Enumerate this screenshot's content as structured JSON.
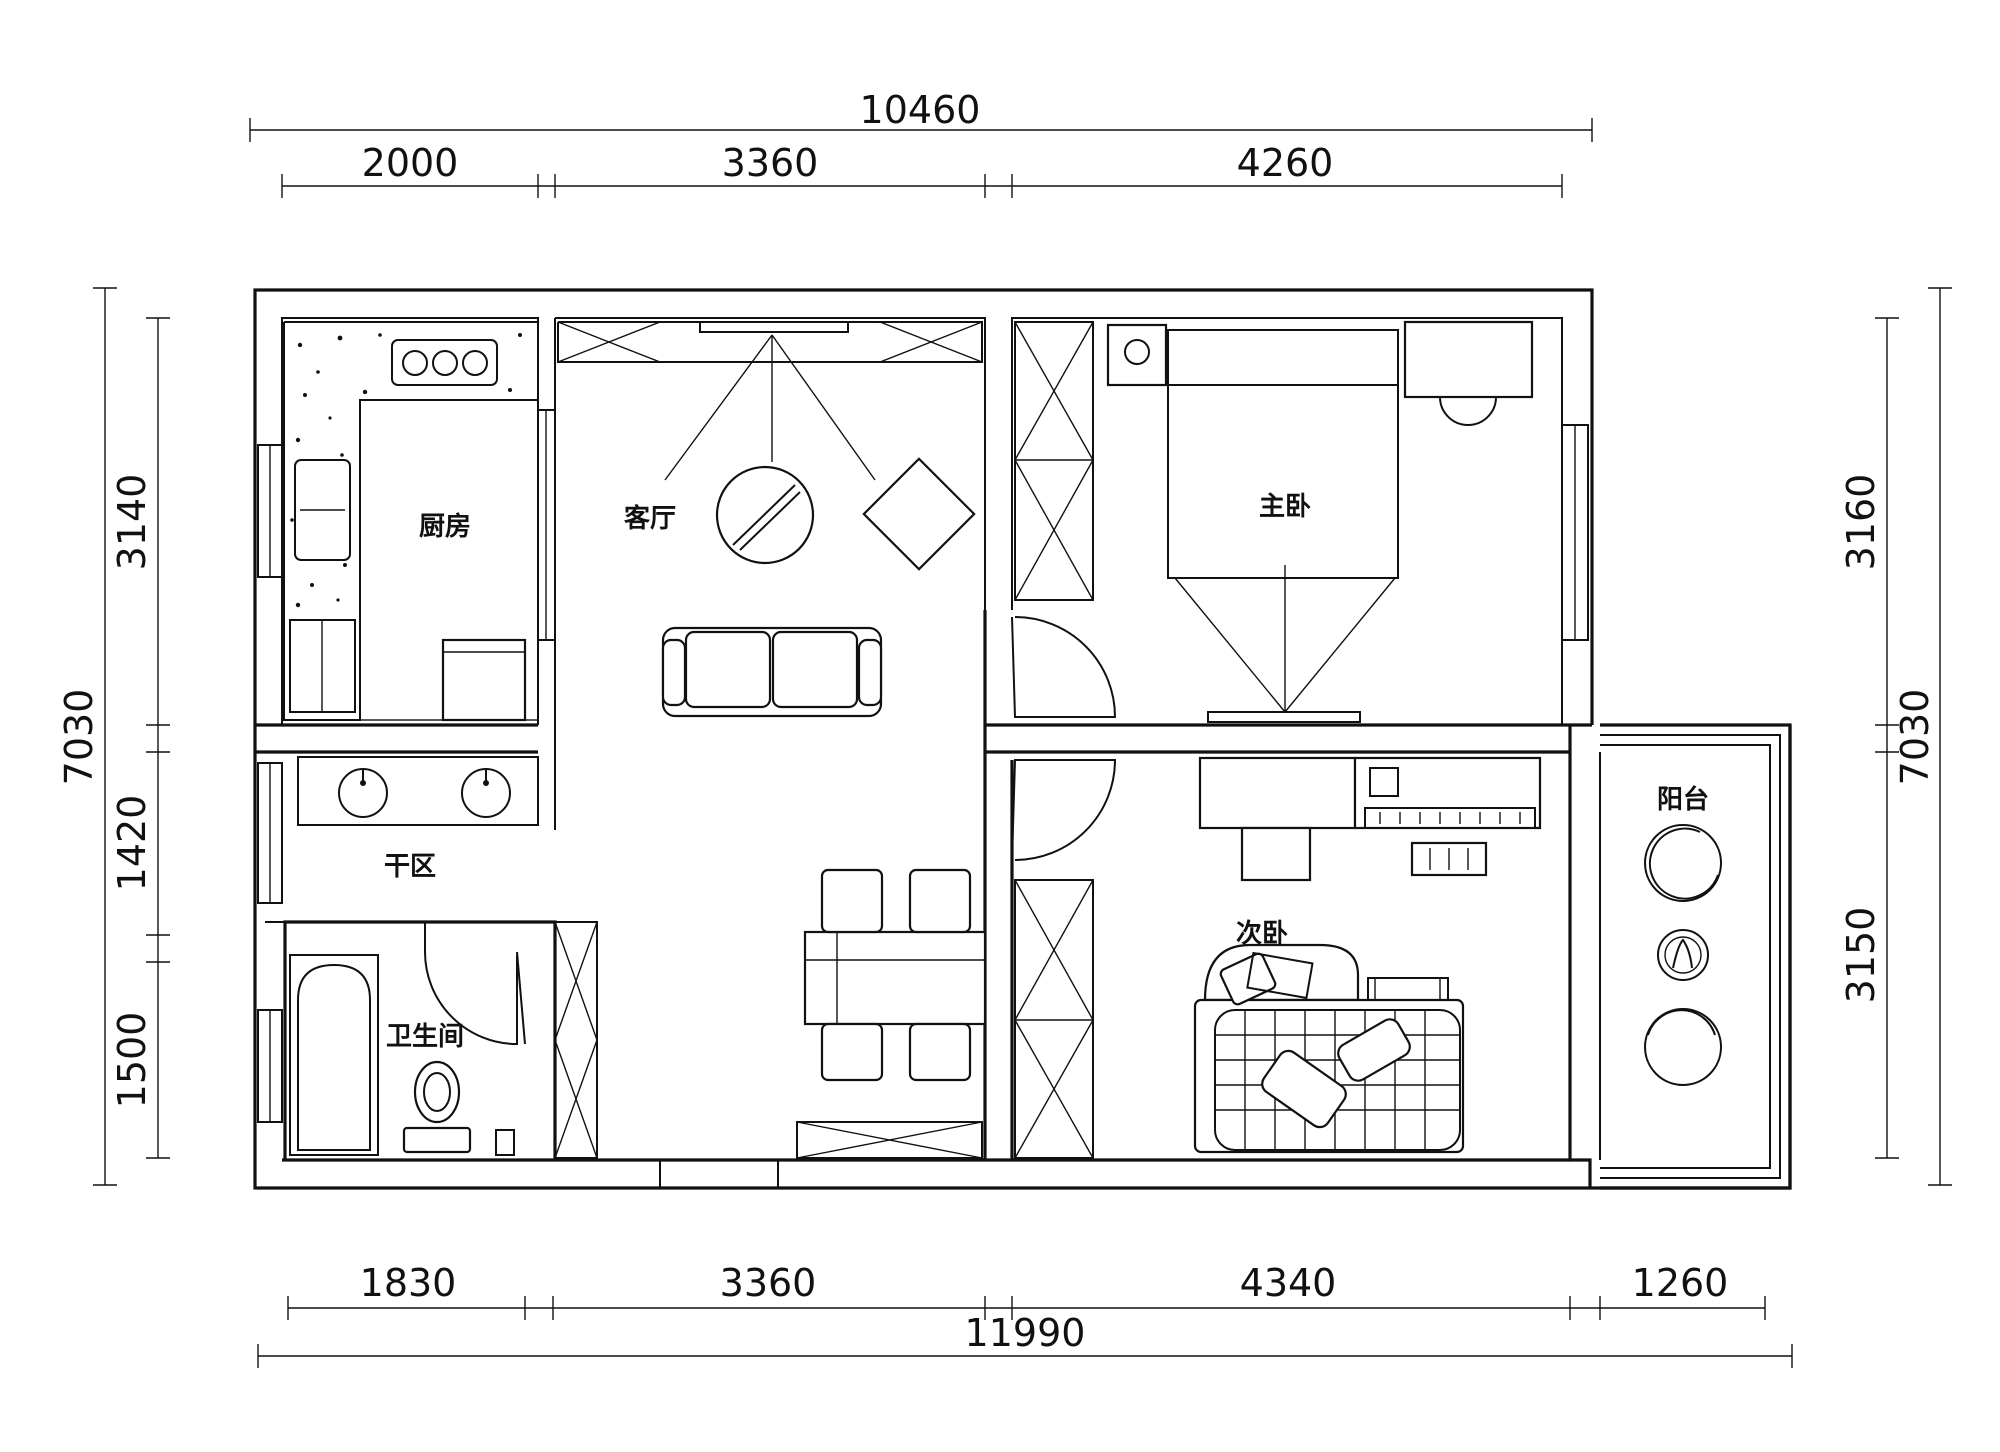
{
  "dimensions": {
    "top_total": "10460",
    "top_segments": [
      "2000",
      "3360",
      "4260"
    ],
    "bottom_segments": [
      "1830",
      "3360",
      "4340",
      "1260"
    ],
    "bottom_total": "11990",
    "left_total": "7030",
    "left_segments": [
      "3140",
      "1420",
      "1500"
    ],
    "right_total": "7030",
    "right_segments": [
      "3160",
      "3150"
    ]
  },
  "rooms": {
    "kitchen": "厨房",
    "living_room": "客厅",
    "master_bedroom": "主卧",
    "dry_area": "干区",
    "bathroom": "卫生间",
    "second_bedroom": "次卧",
    "balcony": "阳台"
  }
}
